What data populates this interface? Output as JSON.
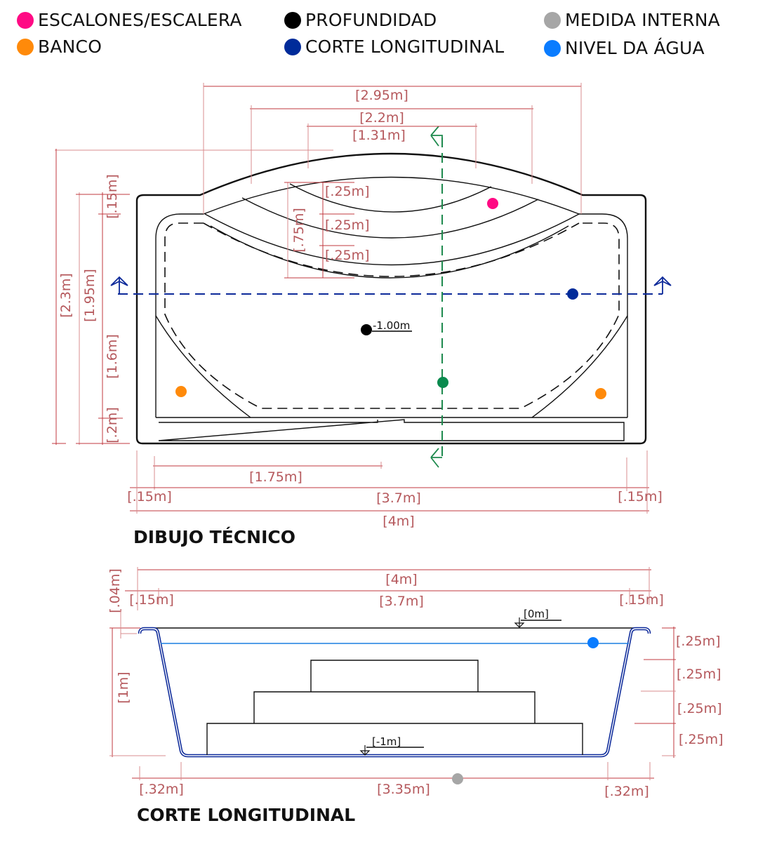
{
  "legend": [
    {
      "label": "ESCALONES/ESCALERA",
      "color": "#ff0a84"
    },
    {
      "label": "PROFUNDIDAD",
      "color": "#000000"
    },
    {
      "label": "MEDIDA INTERNA",
      "color": "#a6a6a6"
    },
    {
      "label": "BANCO",
      "color": "#ff8a0a"
    },
    {
      "label": "CORTE LONGITUDINAL",
      "color": "#002b9a"
    },
    {
      "label": "NIVEL DA ÁGUA",
      "color": "#0a7cff"
    }
  ],
  "plan": {
    "title": "DIBUJO TÉCNICO",
    "depth_label": "-1.00m",
    "dims": {
      "top_outer": "[2.95m]",
      "top_mid": "[2.2m]",
      "top_inner": "[1.31m]",
      "step1": "[.25m]",
      "step2": "[.25m]",
      "step3": "[.25m]",
      "steps_total": "[.75m]",
      "height_total": "[2.3m]",
      "height_body": "[1.95m]",
      "top_rim": "[.15m]",
      "height_inner": "[1.6m]",
      "bench_depth": "[.2m]",
      "bench_len": "[1.75m]",
      "rim_left": "[.15m]",
      "inner_width": "[3.7m]",
      "rim_right": "[.15m]",
      "total_width": "[4m]"
    }
  },
  "section": {
    "title": "CORTE LONGITUDINAL",
    "level_top": "[0m]",
    "level_bottom": "[-1m]",
    "dims": {
      "total_width": "[4m]",
      "rim_left": "[.15m]",
      "inner_width": "[3.7m]",
      "rim_right": "[.15m]",
      "lip": "[.04m]",
      "depth": "[1m]",
      "step1": "[.25m]",
      "step2": "[.25m]",
      "step3": "[.25m]",
      "step4": "[.25m]",
      "slope_left": "[.32m]",
      "floor_width": "[3.35m]",
      "slope_right": "[.32m]"
    }
  },
  "colors": {
    "dimension": "#b5585c",
    "section_line": "#0d2a9a",
    "cut_line_green": "#1e8a4e",
    "water": "#1a7fe0"
  }
}
